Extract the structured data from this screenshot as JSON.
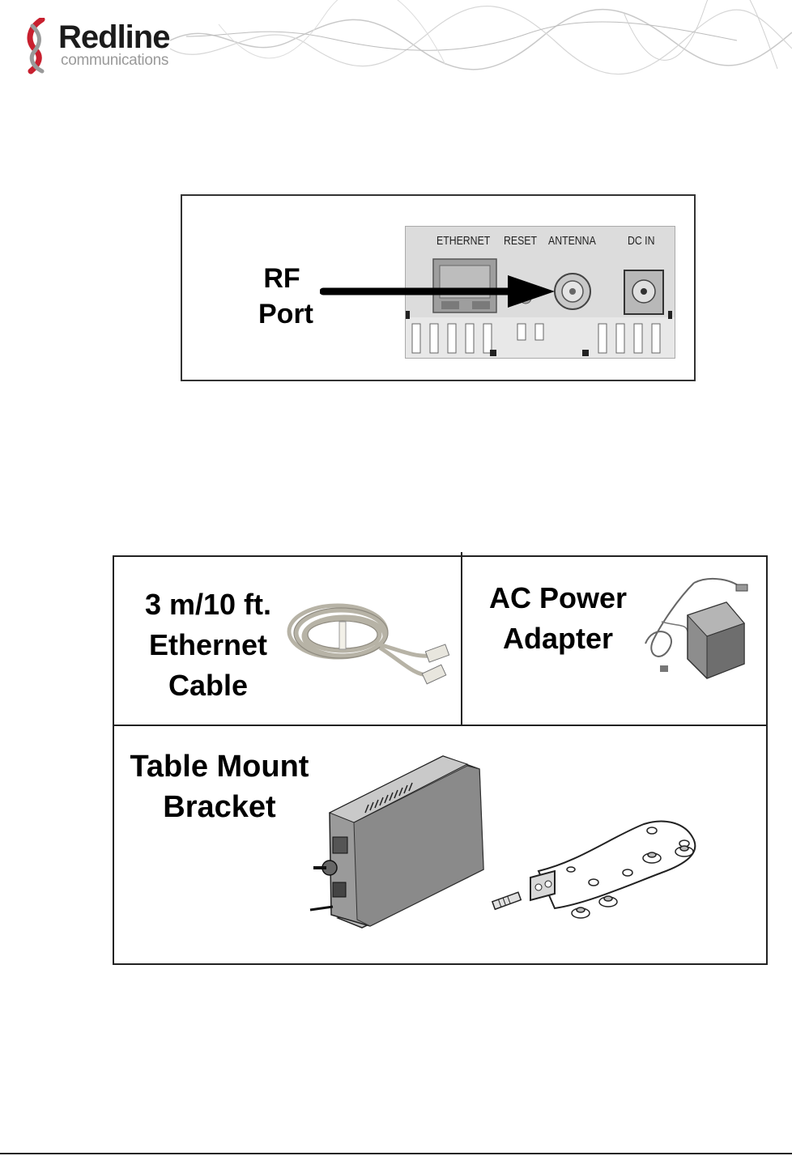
{
  "header": {
    "brand_name": "Redline",
    "brand_sub": "communications",
    "brand_color": "#c8202f"
  },
  "rf_figure": {
    "callout_line1": "RF",
    "callout_line2": "Port",
    "panel_labels": {
      "ethernet": "ETHERNET",
      "reset": "RESET",
      "antenna": "ANTENNA",
      "dc_in": "DC IN"
    }
  },
  "contents_figure": {
    "ethernet_cable": {
      "line1": "3 m/10 ft.",
      "line2": "Ethernet",
      "line3": "Cable"
    },
    "power_adapter": {
      "line1": "AC Power",
      "line2": "Adapter"
    },
    "table_mount": {
      "line1": "Table Mount",
      "line2": "Bracket"
    }
  }
}
